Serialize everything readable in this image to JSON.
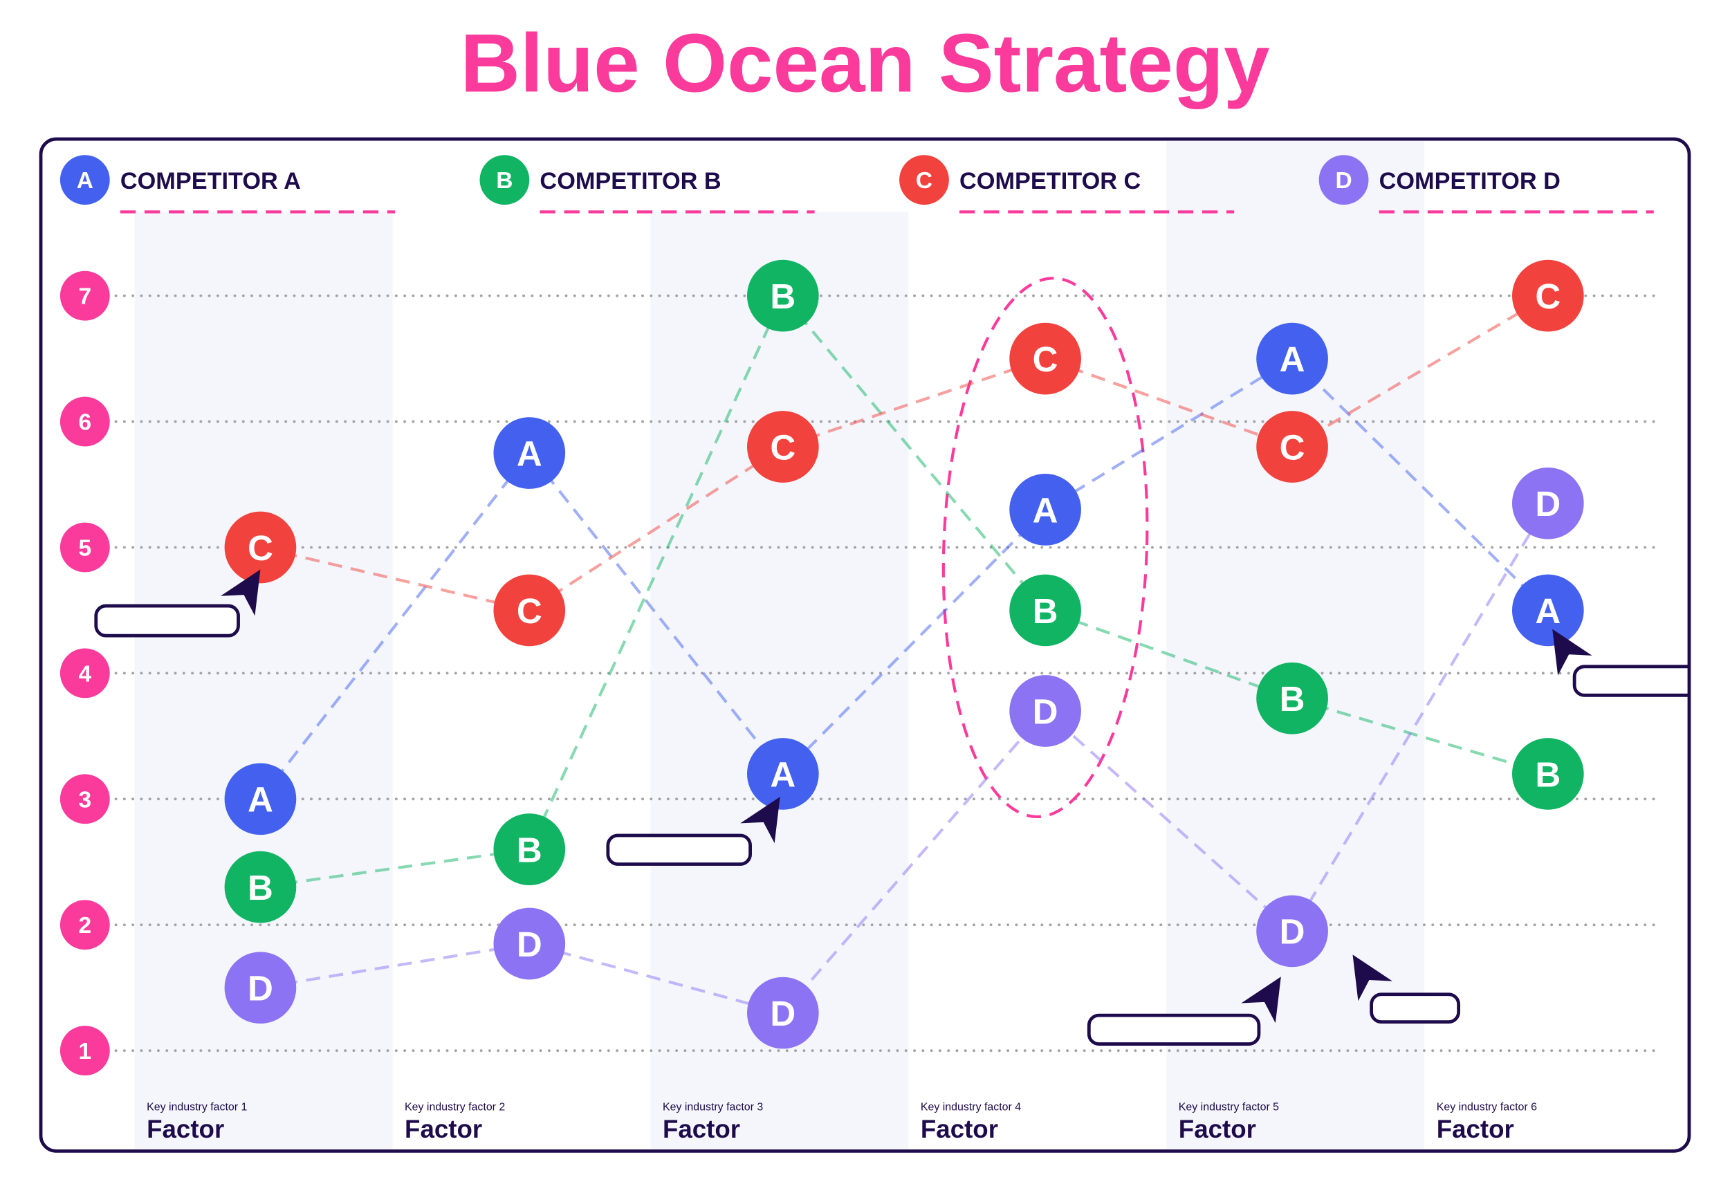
{
  "chart_data": {
    "type": "line",
    "title": "Blue Ocean Strategy",
    "categories": [
      "Key industry factor 1",
      "Key industry factor 2",
      "Key industry factor 3",
      "Key industry factor 4",
      "Key industry factor 5",
      "Key industry factor 6"
    ],
    "category_titles": [
      "Factor",
      "Factor",
      "Factor",
      "Factor",
      "Factor",
      "Factor"
    ],
    "y_ticks": [
      1,
      2,
      3,
      4,
      5,
      6,
      7
    ],
    "ylim": [
      1,
      7
    ],
    "grid": true,
    "legend_position": "top",
    "highlighted_factor": 4,
    "series": [
      {
        "name": "COMPETITOR A",
        "marker": "A",
        "color": "#4361EE",
        "values": [
          3,
          5.75,
          3.2,
          5.3,
          6.5,
          4.5
        ]
      },
      {
        "name": "COMPETITOR B",
        "marker": "B",
        "color": "#10B463",
        "values": [
          2.3,
          2.6,
          7,
          4.5,
          3.8,
          3.2
        ]
      },
      {
        "name": "COMPETITOR C",
        "marker": "C",
        "color": "#F2423D",
        "values": [
          5,
          4.5,
          5.8,
          6.5,
          5.8,
          7
        ]
      },
      {
        "name": "COMPETITOR D",
        "marker": "D",
        "color": "#8C73F3",
        "values": [
          1.5,
          1.85,
          1.3,
          3.7,
          1.95,
          5.35
        ]
      }
    ]
  },
  "colors": {
    "accent": "#FB3B9B",
    "ink": "#1E0B4B",
    "band": "#F4F6FC",
    "grid": "#A3A3A3",
    "background": "#FFFFFF"
  }
}
